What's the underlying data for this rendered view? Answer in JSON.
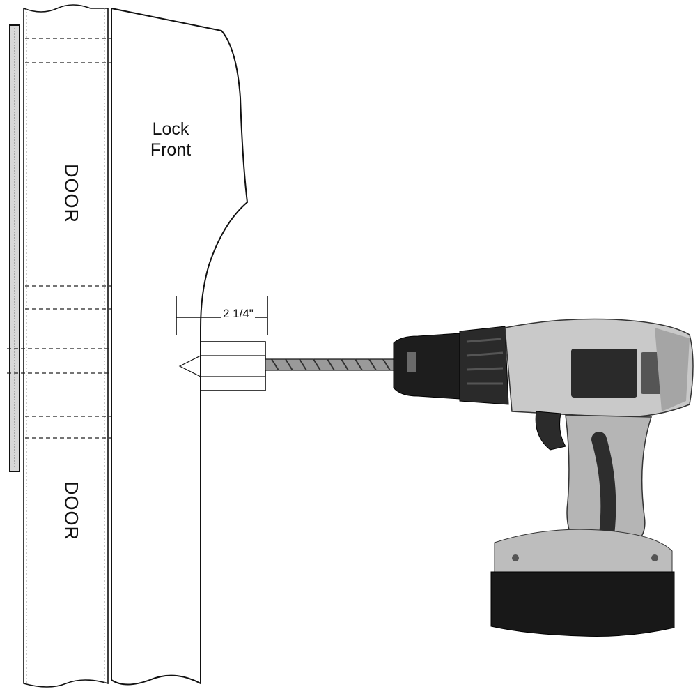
{
  "labels": {
    "lock_front_line1": "Lock",
    "lock_front_line2": "Front",
    "door_top": "DOOR",
    "door_bottom": "DOOR",
    "dimension": "2 1/4\""
  },
  "icons": [
    "door-edge",
    "lock-front-plate",
    "drill-bit",
    "cordless-drill"
  ],
  "colors": {
    "line": "#111111",
    "background": "#ffffff",
    "drill_body": "#b8b8b8",
    "drill_dark": "#1a1a1a"
  }
}
